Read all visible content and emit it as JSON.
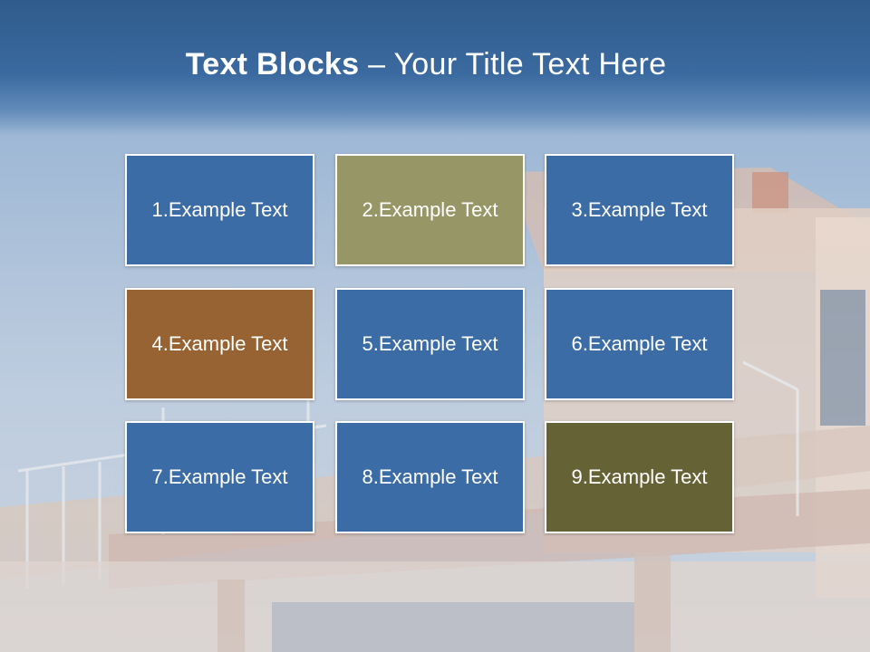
{
  "slide": {
    "title_bold": "Text Blocks",
    "title_dash": " – ",
    "title_rest": "Your Title Text Here"
  },
  "blocks": [
    {
      "label": "1.Example Text",
      "color": "#3c6ca5"
    },
    {
      "label": "2.Example Text",
      "color": "#979666"
    },
    {
      "label": "3.Example Text",
      "color": "#3c6ca5"
    },
    {
      "label": "4.Example Text",
      "color": "#976332"
    },
    {
      "label": "5.Example Text",
      "color": "#3c6ca5"
    },
    {
      "label": "6.Example Text",
      "color": "#3c6ca5"
    },
    {
      "label": "7.Example Text",
      "color": "#3c6ca5"
    },
    {
      "label": "8.Example Text",
      "color": "#3c6ca5"
    },
    {
      "label": "9.Example Text",
      "color": "#656335"
    }
  ]
}
